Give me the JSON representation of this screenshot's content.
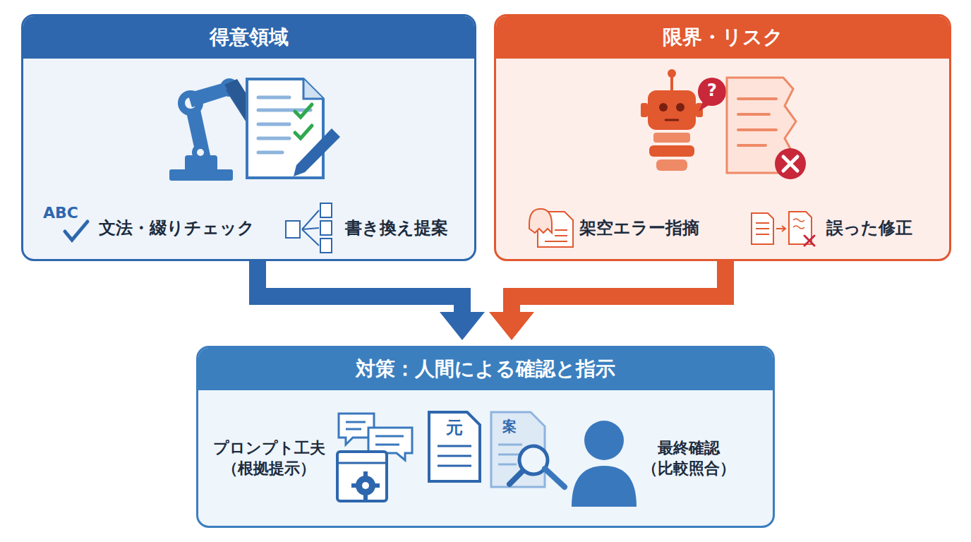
{
  "diagram": {
    "nodes": [
      {
        "text": [
          "得意領域"
        ]
      },
      {
        "text": [
          "限界・リスク"
        ]
      },
      {
        "text": [
          "対策：人間による確認と指示"
        ]
      }
    ],
    "edges": [
      {
        "from": 0,
        "to": 2,
        "arrow": "to"
      },
      {
        "from": 1,
        "to": 2,
        "arrow": "to"
      }
    ],
    "labels": [
      "ABC",
      "文法・綴りチェック",
      "書き換え提案",
      "?",
      "架空エラー指摘",
      "誤った修正",
      "プロンプト工夫 （根拠提示）",
      "元",
      "案",
      "最終確認 （比較照合）"
    ]
  }
}
